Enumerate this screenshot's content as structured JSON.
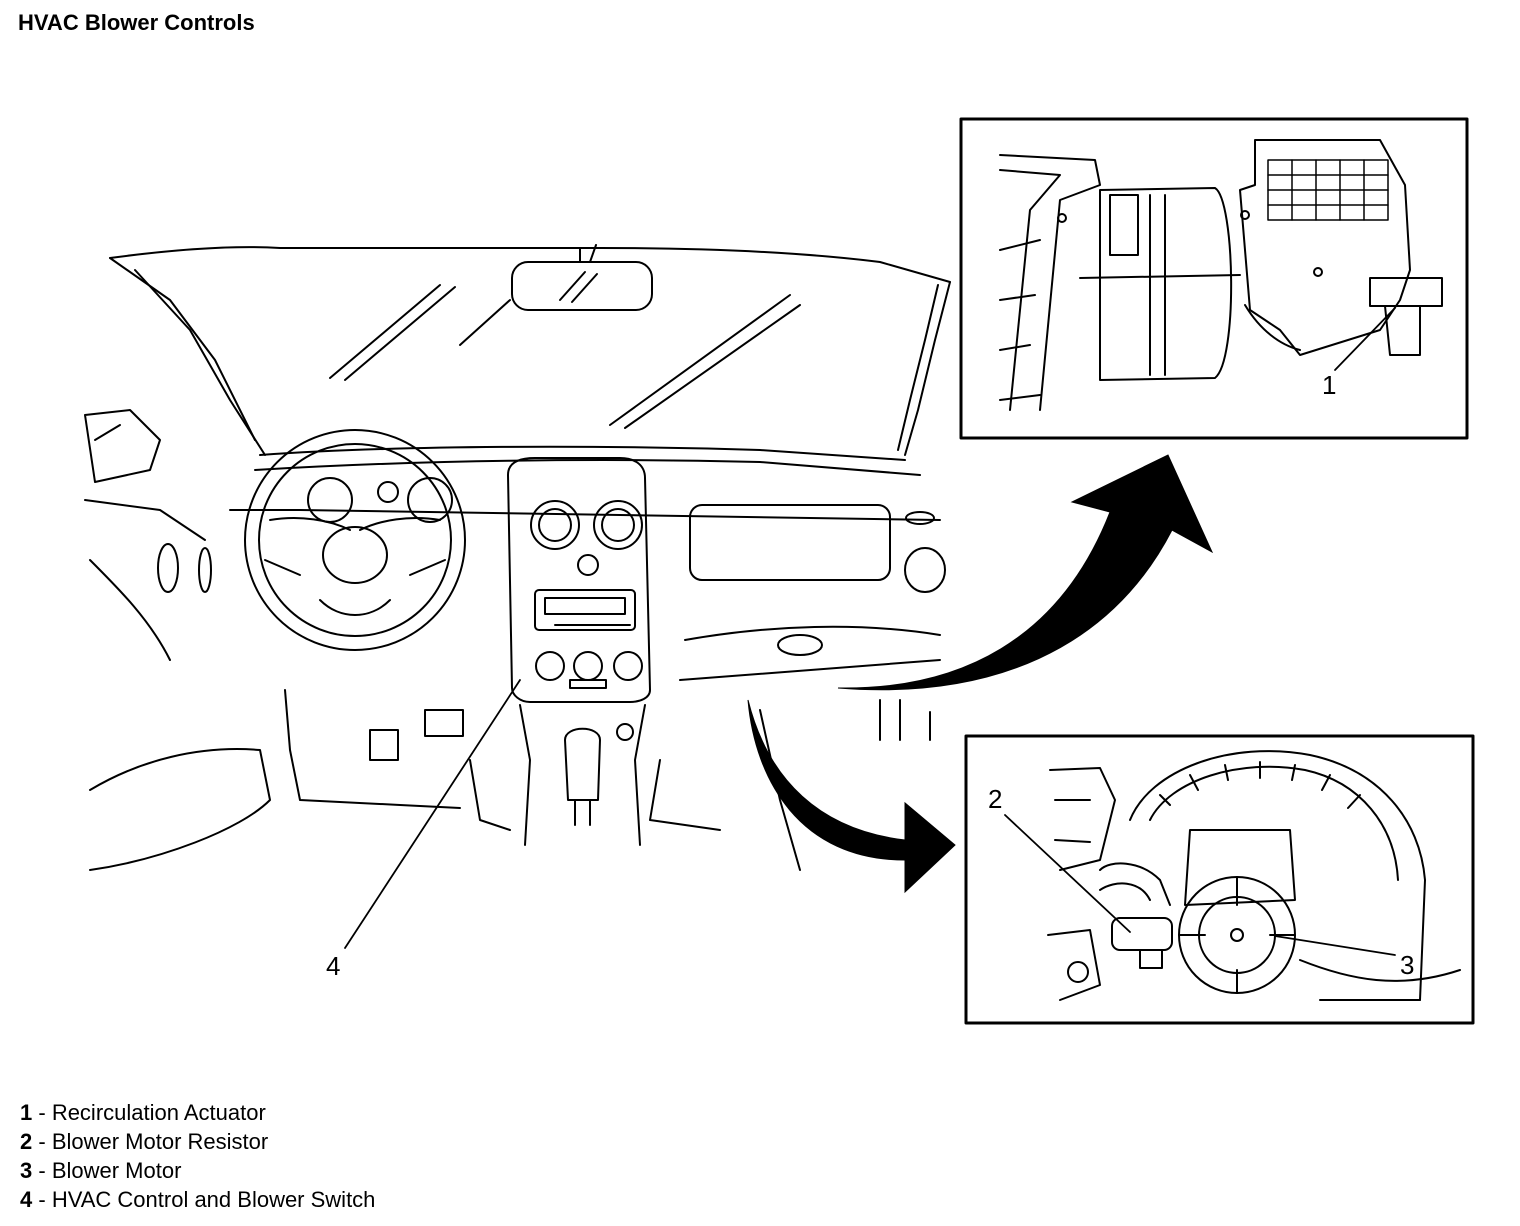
{
  "title": "HVAC Blower Controls",
  "callouts": [
    "1",
    "2",
    "3",
    "4"
  ],
  "legend": [
    {
      "num": "1",
      "sep": " - ",
      "label": "Recirculation Actuator"
    },
    {
      "num": "2",
      "sep": " - ",
      "label": "Blower Motor Resistor"
    },
    {
      "num": "3",
      "sep": " - ",
      "label": "Blower Motor"
    },
    {
      "num": "4",
      "sep": " - ",
      "label": "HVAC Control and Blower Switch"
    }
  ]
}
